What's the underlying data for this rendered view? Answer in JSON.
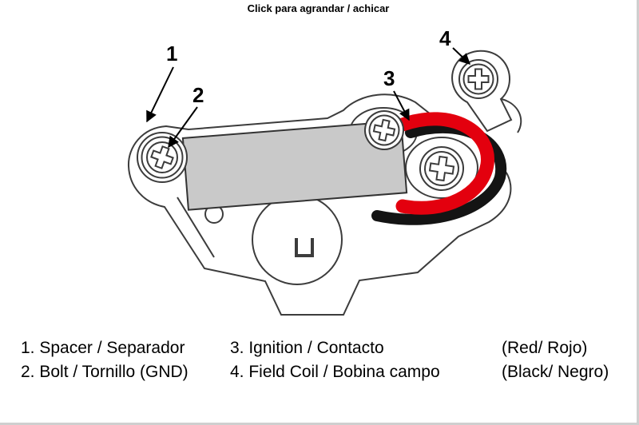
{
  "caption": "Click para agrandar / achicar",
  "diagram": {
    "callouts": [
      {
        "num": "1"
      },
      {
        "num": "2"
      },
      {
        "num": "3"
      },
      {
        "num": "4"
      }
    ],
    "colors": {
      "red_wire": "#e3000e",
      "black_wire": "#141414",
      "block_fill": "#c9c9c9",
      "line": "#3c3c3c"
    }
  },
  "legend": {
    "rows": [
      {
        "item_left": "1. Spacer / Separador",
        "item_mid": "3. Ignition / Contacto",
        "item_right": "(Red/ Rojo)"
      },
      {
        "item_left": "2. Bolt / Tornillo (GND)",
        "item_mid": "4. Field Coil / Bobina campo",
        "item_right": "(Black/ Negro)"
      }
    ]
  }
}
